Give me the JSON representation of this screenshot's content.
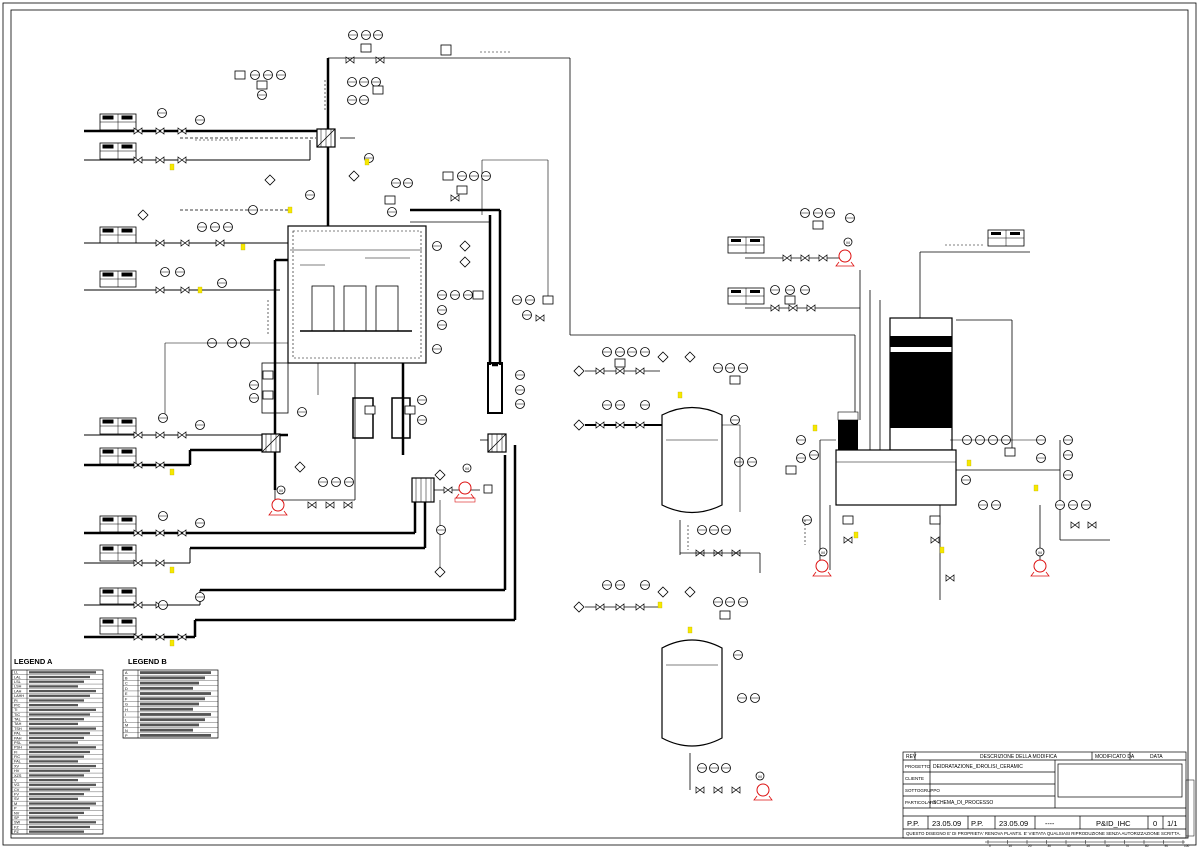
{
  "legend_a": {
    "title": "LEGEND A",
    "rows": [
      "LL",
      "LAL",
      "LSL",
      "LSH",
      "LAH",
      "LAHH",
      "PI",
      "PIC",
      "TI",
      "TIC",
      "TAL",
      "TAH",
      "TSH",
      "PAL",
      "PAH",
      "PSL",
      "PSH",
      "FI",
      "FIC",
      "FAL",
      "XV",
      "HV",
      "XZS",
      "V",
      "VG",
      "CV",
      "FV",
      "SV",
      "M",
      "P",
      "NV",
      "SP",
      "SW",
      "FZ",
      "PZ"
    ]
  },
  "legend_b": {
    "title": "LEGEND B",
    "rows": [
      "A",
      "B",
      "C",
      "D",
      "E",
      "F",
      "G",
      "H",
      "I",
      "L",
      "M",
      "N",
      "P"
    ]
  },
  "title_block": {
    "rev_header": "REV",
    "desc_header": "DESCRIZIONE DELLA MODIFICA",
    "modified_by_header": "MODIFICATO DA",
    "date_header": "DATA",
    "progetto_label": "PROGETTO",
    "progetto_value": "DEIDRATAZIONE_IDROLISI_CERAMIC",
    "cliente_label": "CLIENTE",
    "sottogruppo_label": "SOTTOGRUPPO",
    "particolare_label": "PARTICOLARE",
    "particolare_value": "SCHEMA_DI_PROCESSO",
    "drawn_by": "P.P.",
    "drawn_date": "23.05.09",
    "checked_by": "P.P.",
    "checked_date": "23.05.09",
    "scale": "----",
    "drawing_number": "P&ID_IHC",
    "revision": "0",
    "sheet": "1/1",
    "disclaimer": "QUESTO DISEGNO E' DI PROPRIETA' RENOVA PLANTS. E' VIETATA QUALSIASI RIPRODUZIONE SENZA AUTORIZZAZIONE SCRITTA."
  },
  "ruler_numbers": [
    "0",
    "10",
    "20",
    "30",
    "40",
    "50",
    "60",
    "70",
    "80",
    "90",
    "100"
  ]
}
